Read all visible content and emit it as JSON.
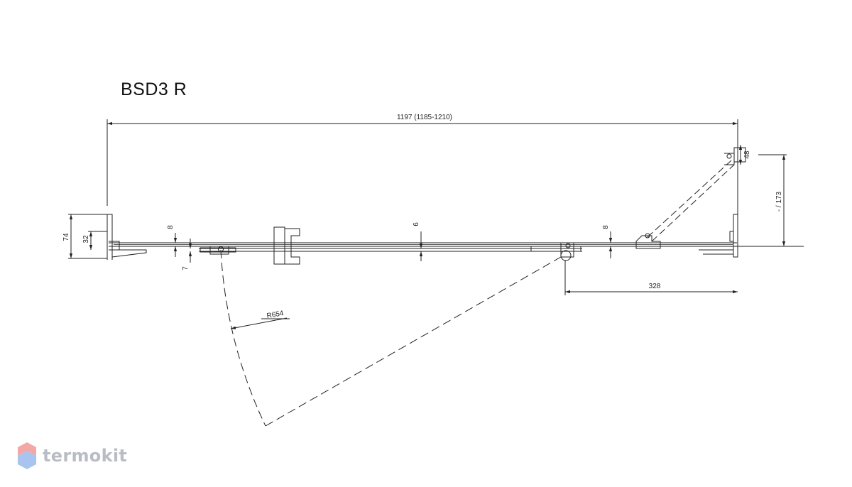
{
  "title": "BSD3 R",
  "dimensions": {
    "overall_width": "1197 (1185-1210)",
    "profile_depth": "74",
    "profile_inner": "32",
    "left_gap_top": "8",
    "left_gap_bottom": "7",
    "glass_thickness": "6",
    "right_gap": "8",
    "hinge_offset": "48",
    "door_depth": "- / 173",
    "door_width": "328",
    "swing_radius": "R654"
  },
  "brand": {
    "name": "termokit",
    "colors": {
      "top": "#f3a7a7",
      "bottom": "#a9c4ee"
    }
  }
}
